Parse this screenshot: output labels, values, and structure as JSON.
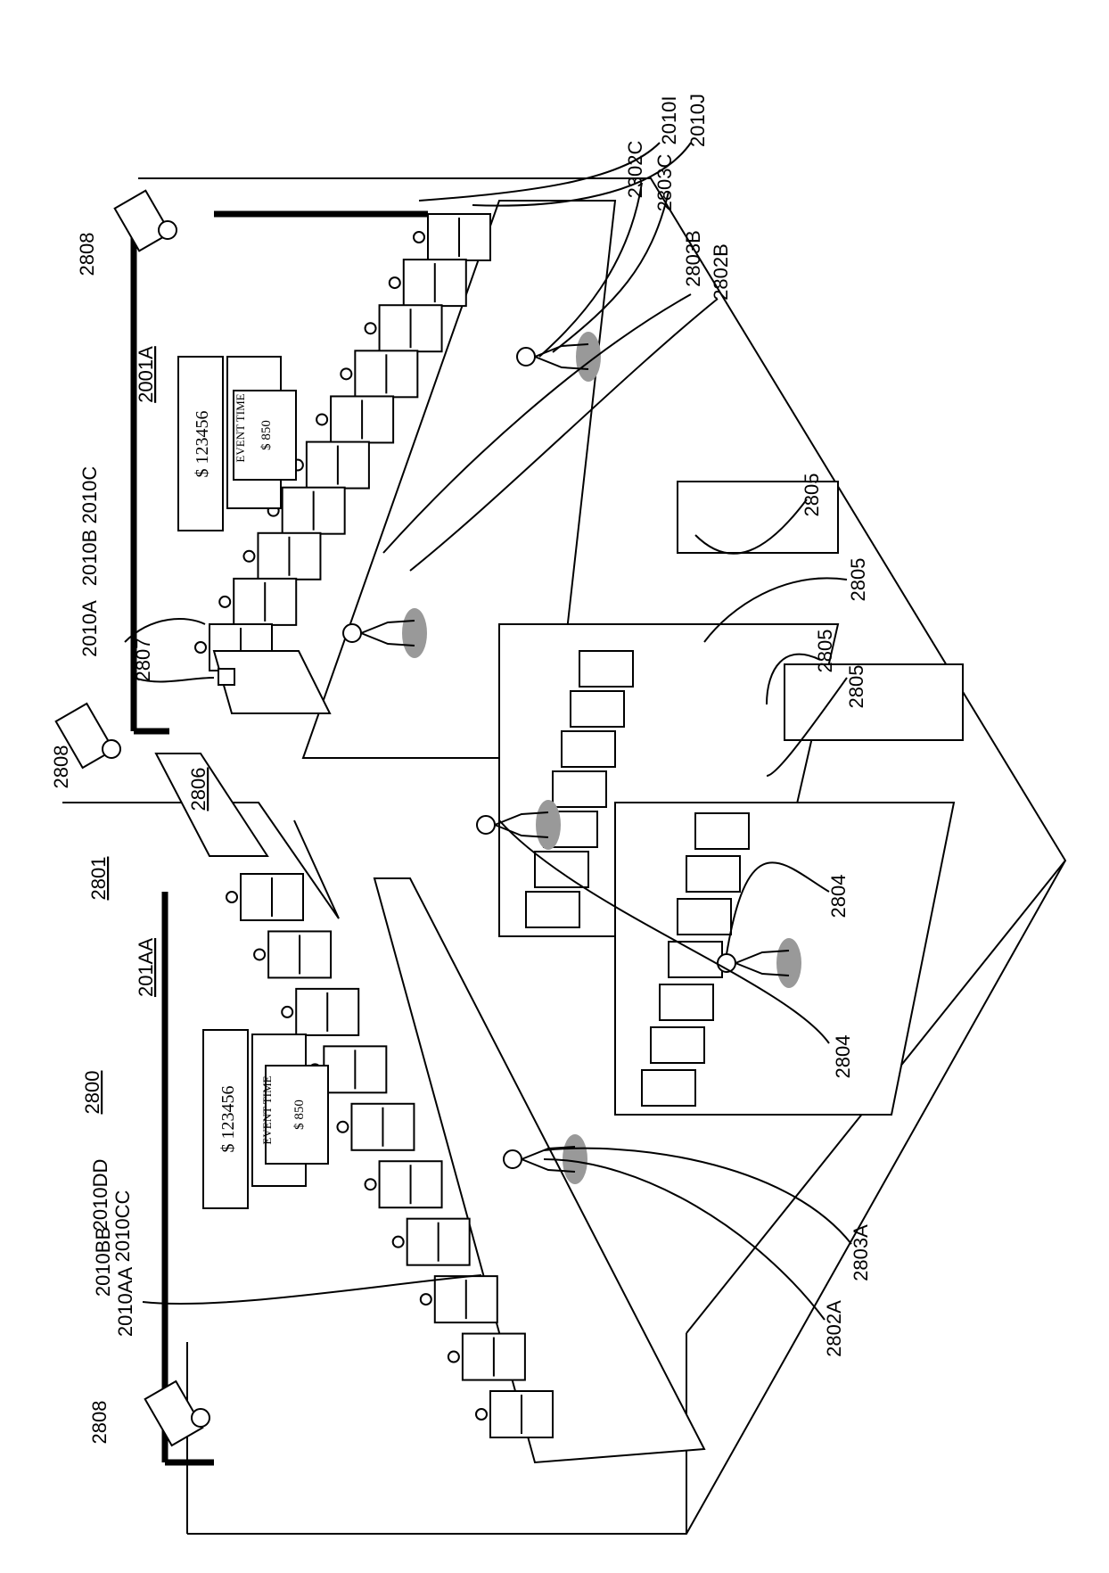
{
  "figure": {
    "reference_numerals": {
      "system": "2800",
      "area_left": "2801",
      "bank_left": "201AA",
      "bank_right": "2001A",
      "server": "2806",
      "device": "2807",
      "camera_top": "2808",
      "camera_mid": "2808",
      "camera_bottom": "2808",
      "machine_aa": "2010AA",
      "machine_bb": "2010BB",
      "machine_cc": "2010CC",
      "machine_dd": "2010DD",
      "machine_a": "2010A",
      "machine_b_c": "2010B 2010C",
      "machine_i": "2010I",
      "machine_j": "2010J",
      "terminal_c": "2302C",
      "player_c": "2803C",
      "player_b": "2803B",
      "terminal_b": "2802B",
      "island_1": "2805",
      "island_2": "2805",
      "island_3": "2805",
      "island_4": "2805",
      "person_1": "2804",
      "person_2": "2804",
      "player_a": "2803A",
      "terminal_a": "2802A"
    },
    "signs": {
      "jackpot_left": "$ 123456",
      "jackpot_right": "$ 123456",
      "event_left": "EVENT TIME",
      "event_right": "EVENT TIME",
      "prize_left": "$ 850",
      "prize_right": "$ 850"
    }
  }
}
